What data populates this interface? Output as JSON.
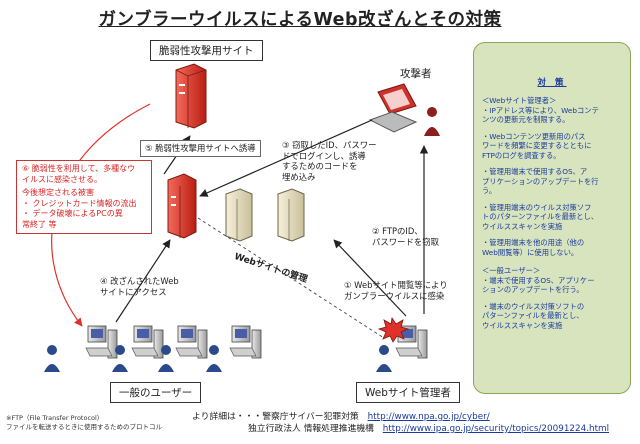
{
  "title": "ガンブラーウイルスによるWeb改ざんとその対策",
  "boxes": {
    "attack_site": "脆弱性攻撃用サイト",
    "attacker": "攻撃者",
    "general_users": "一般のユーザー",
    "web_admin": "Webサイト管理者"
  },
  "steps": {
    "s1": "① Webサイト閲覧等により\nガンブラーウイルスに感染",
    "s2": "② FTPのID、\nパスワードを窃取",
    "s3": "③ 窃取したID、パスワー\nドでログインし、誘導\nするためのコードを\n埋め込み",
    "s4": "④ 改ざんされたWeb\nサイトにアクセス",
    "s5": "⑤ 脆弱性攻撃用サイトへ誘導",
    "s6": "⑥ 脆弱性を利用して、多種なウ\nイルスに感染させる。",
    "s6_sub_head": "今後想定される被害",
    "s6_sub_1": "・ クレジットカード情報の流出",
    "s6_sub_2": "・ データ破壊によるPCの異\n常終了 等"
  },
  "dashed_label": "Webサイトの管理",
  "panel": {
    "title": "対 策",
    "items": [
      "＜Webサイト管理者＞\n・IPアドレス等により、Webコンテ\nンツの更新元を制限する。",
      "・Webコンテンツ更新用のパス\nワードを頻繁に変更するとともに\nFTPのログを調査する。",
      "・管理用端末で使用するOS、ア\nプリケーションのアップデートを行\nう。",
      "・管理用端末のウイルス対策ソフ\nトのパターンファイルを最新とし、\nウイルススキャンを実施",
      "・管理用端末を他の用途（他の\nWeb閲覧等）に使用しない。",
      "＜一般ユーザー＞\n・端末で使用するOS、アプリケー\nションのアップデートを行う。",
      "・端末のウイルス対策ソフトの\nパターンファイルを最新とし、\nウイルススキャンを実施"
    ]
  },
  "footer": {
    "ftp_note": "※FTP（File Transfer Protocol）\nファイルを転送するときに使用するためのプロトコル",
    "more_info": "より詳細は・・・警察庁サイバー犯罪対策",
    "npa_url": "http://www.npa.go.jp/cyber/",
    "ipa_org": "独立行政法人 情報処理推進機構",
    "ipa_url": "http://www.ipa.go.jp/security/topics/20091224.html"
  },
  "colors": {
    "red": "#e0302a",
    "panel_bg": "#d7e4bd",
    "panel_text": "#1a3aa0",
    "arrow": "#222222"
  }
}
